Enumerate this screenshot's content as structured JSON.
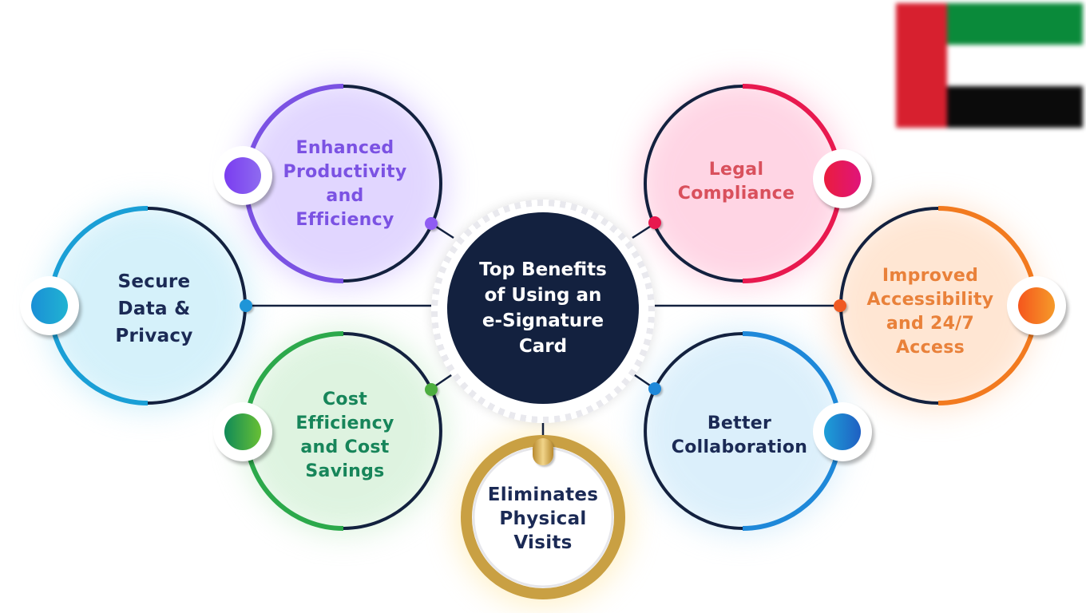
{
  "colors": {
    "navy": "#13213f",
    "purple": "#7c4dff",
    "red": "#e8194f",
    "blue_secure": "#1a9fd6",
    "orange": "#f26b1d",
    "green": "#2ca94b",
    "blue_collab": "#1e88d9",
    "gold": "#c9a043"
  },
  "hub": {
    "title": "Top Benefits\nof Using an\ne-Signature\nCard"
  },
  "benefits": [
    {
      "id": "productivity",
      "label": "Enhanced\nProductivity\nand\nEfficiency",
      "color": "#7b52e3"
    },
    {
      "id": "legal",
      "label": "Legal\nCompliance",
      "color": "#d9505c"
    },
    {
      "id": "secure",
      "label": "Secure\nData &\nPrivacy",
      "color": "#1b2a55"
    },
    {
      "id": "accessibility",
      "label": "Improved\nAccessibility\nand 24/7\nAccess",
      "color": "#e9813a"
    },
    {
      "id": "cost",
      "label": "Cost\nEfficiency\nand Cost\nSavings",
      "color": "#17855a"
    },
    {
      "id": "collaboration",
      "label": "Better\nCollaboration",
      "color": "#1b2a55"
    },
    {
      "id": "visits",
      "label": "Eliminates\nPhysical\nVisits",
      "color": "#1b2a55"
    }
  ],
  "flag": {
    "name": "uae-flag",
    "red": "#d7202f",
    "green": "#0a8a3a",
    "white": "#ffffff",
    "black": "#0b0b0b"
  }
}
